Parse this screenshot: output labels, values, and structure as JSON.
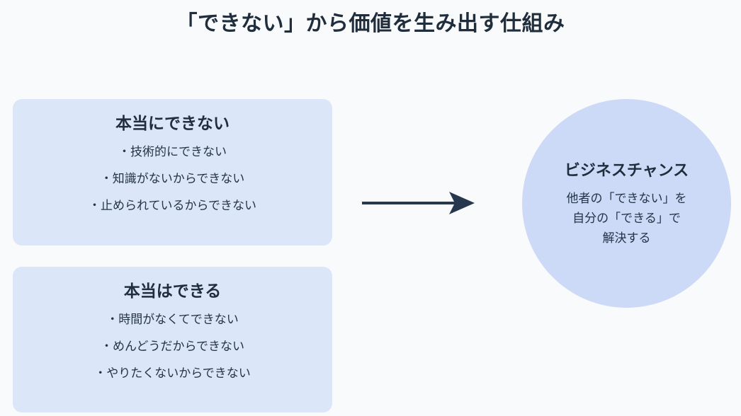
{
  "page": {
    "title": "「できない」から価値を生み出す仕組み",
    "background_color": "#f9fafb",
    "text_color": "#1f2d3d"
  },
  "colors": {
    "box_fill": "#dbe6f8",
    "circle_fill": "#ccd9f7",
    "arrow": "#27374d"
  },
  "boxes": [
    {
      "id": "true-cannot",
      "title": "本当にできない",
      "items": [
        "・技術的にできない",
        "・知識がないからできない",
        "・止められているからできない"
      ]
    },
    {
      "id": "actually-can",
      "title": "本当はできる",
      "items": [
        "・時間がなくてできない",
        "・めんどうだからできない",
        "・やりたくないからできない"
      ]
    }
  ],
  "arrow": {
    "icon": "right-arrow-icon",
    "direction": "right"
  },
  "outcome": {
    "title": "ビジネスチャンス",
    "lines": [
      "他者の「できない」を",
      "自分の「できる」で",
      "解決する"
    ]
  }
}
